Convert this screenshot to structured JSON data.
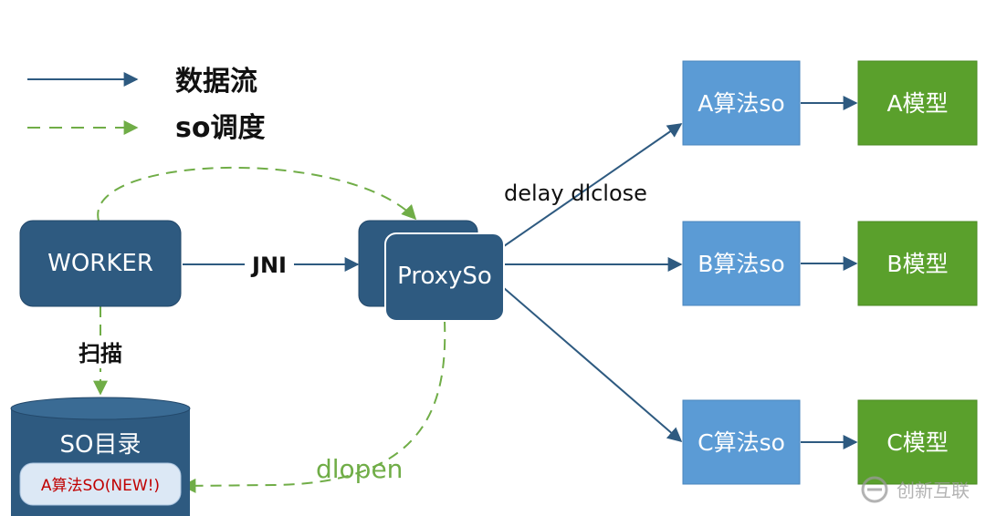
{
  "legend": {
    "data_flow_label": "数据流",
    "so_dispatch_label": "so调度"
  },
  "nodes": {
    "worker": "WORKER",
    "proxy": "ProxySo",
    "so_dir": "SO目录",
    "new_so": "A算法SO(NEW!)",
    "algo_a": "A算法so",
    "algo_b": "B算法so",
    "algo_c": "C算法so",
    "model_a": "A模型",
    "model_b": "B模型",
    "model_c": "C模型"
  },
  "edge_labels": {
    "jni": "JNI",
    "scan": "扫描",
    "delay_dlclose": "delay dlclose",
    "dlopen": "dlopen"
  },
  "watermark": {
    "text": "创新互联"
  },
  "colors": {
    "dark_blue": "#2e5a80",
    "dark_blue_border": "#23486a",
    "light_blue": "#5b9bd5",
    "light_blue_border": "#4a86bd",
    "green": "#5aa02c",
    "green_border": "#4a8a22",
    "dashed_green": "#70ad47",
    "new_so_text": "#c00000"
  }
}
